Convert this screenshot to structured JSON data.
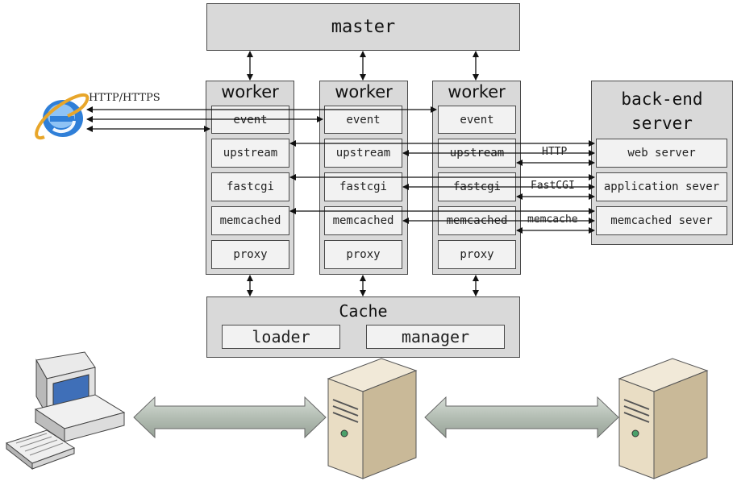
{
  "master": {
    "title": "master"
  },
  "workers": [
    {
      "title": "worker",
      "modules": [
        "event",
        "upstream",
        "fastcgi",
        "memcached",
        "proxy"
      ]
    },
    {
      "title": "worker",
      "modules": [
        "event",
        "upstream",
        "fastcgi",
        "memcached",
        "proxy"
      ]
    },
    {
      "title": "worker",
      "modules": [
        "event",
        "upstream",
        "fastcgi",
        "memcached",
        "proxy"
      ]
    }
  ],
  "backend": {
    "title_line1": "back-end",
    "title_line2": "server",
    "items": [
      "web server",
      "application sever",
      "memcached sever"
    ]
  },
  "protocols": {
    "client": "HTTP/HTTPS",
    "http": "HTTP",
    "fastcgi": "FastCGI",
    "memcache": "memcache"
  },
  "cache": {
    "title": "Cache",
    "loader": "loader",
    "manager": "manager"
  },
  "icons": {
    "browser": "internet-explorer-icon",
    "desktop": "desktop-computer-icon",
    "server_center": "server-tower-icon",
    "server_right": "server-tower-icon"
  },
  "colors": {
    "box_fill": "#d9d9d9",
    "inner_fill": "#f2f2f2",
    "arrow_fill": "#b8c2b8",
    "ie_blue": "#2f7fd8"
  }
}
